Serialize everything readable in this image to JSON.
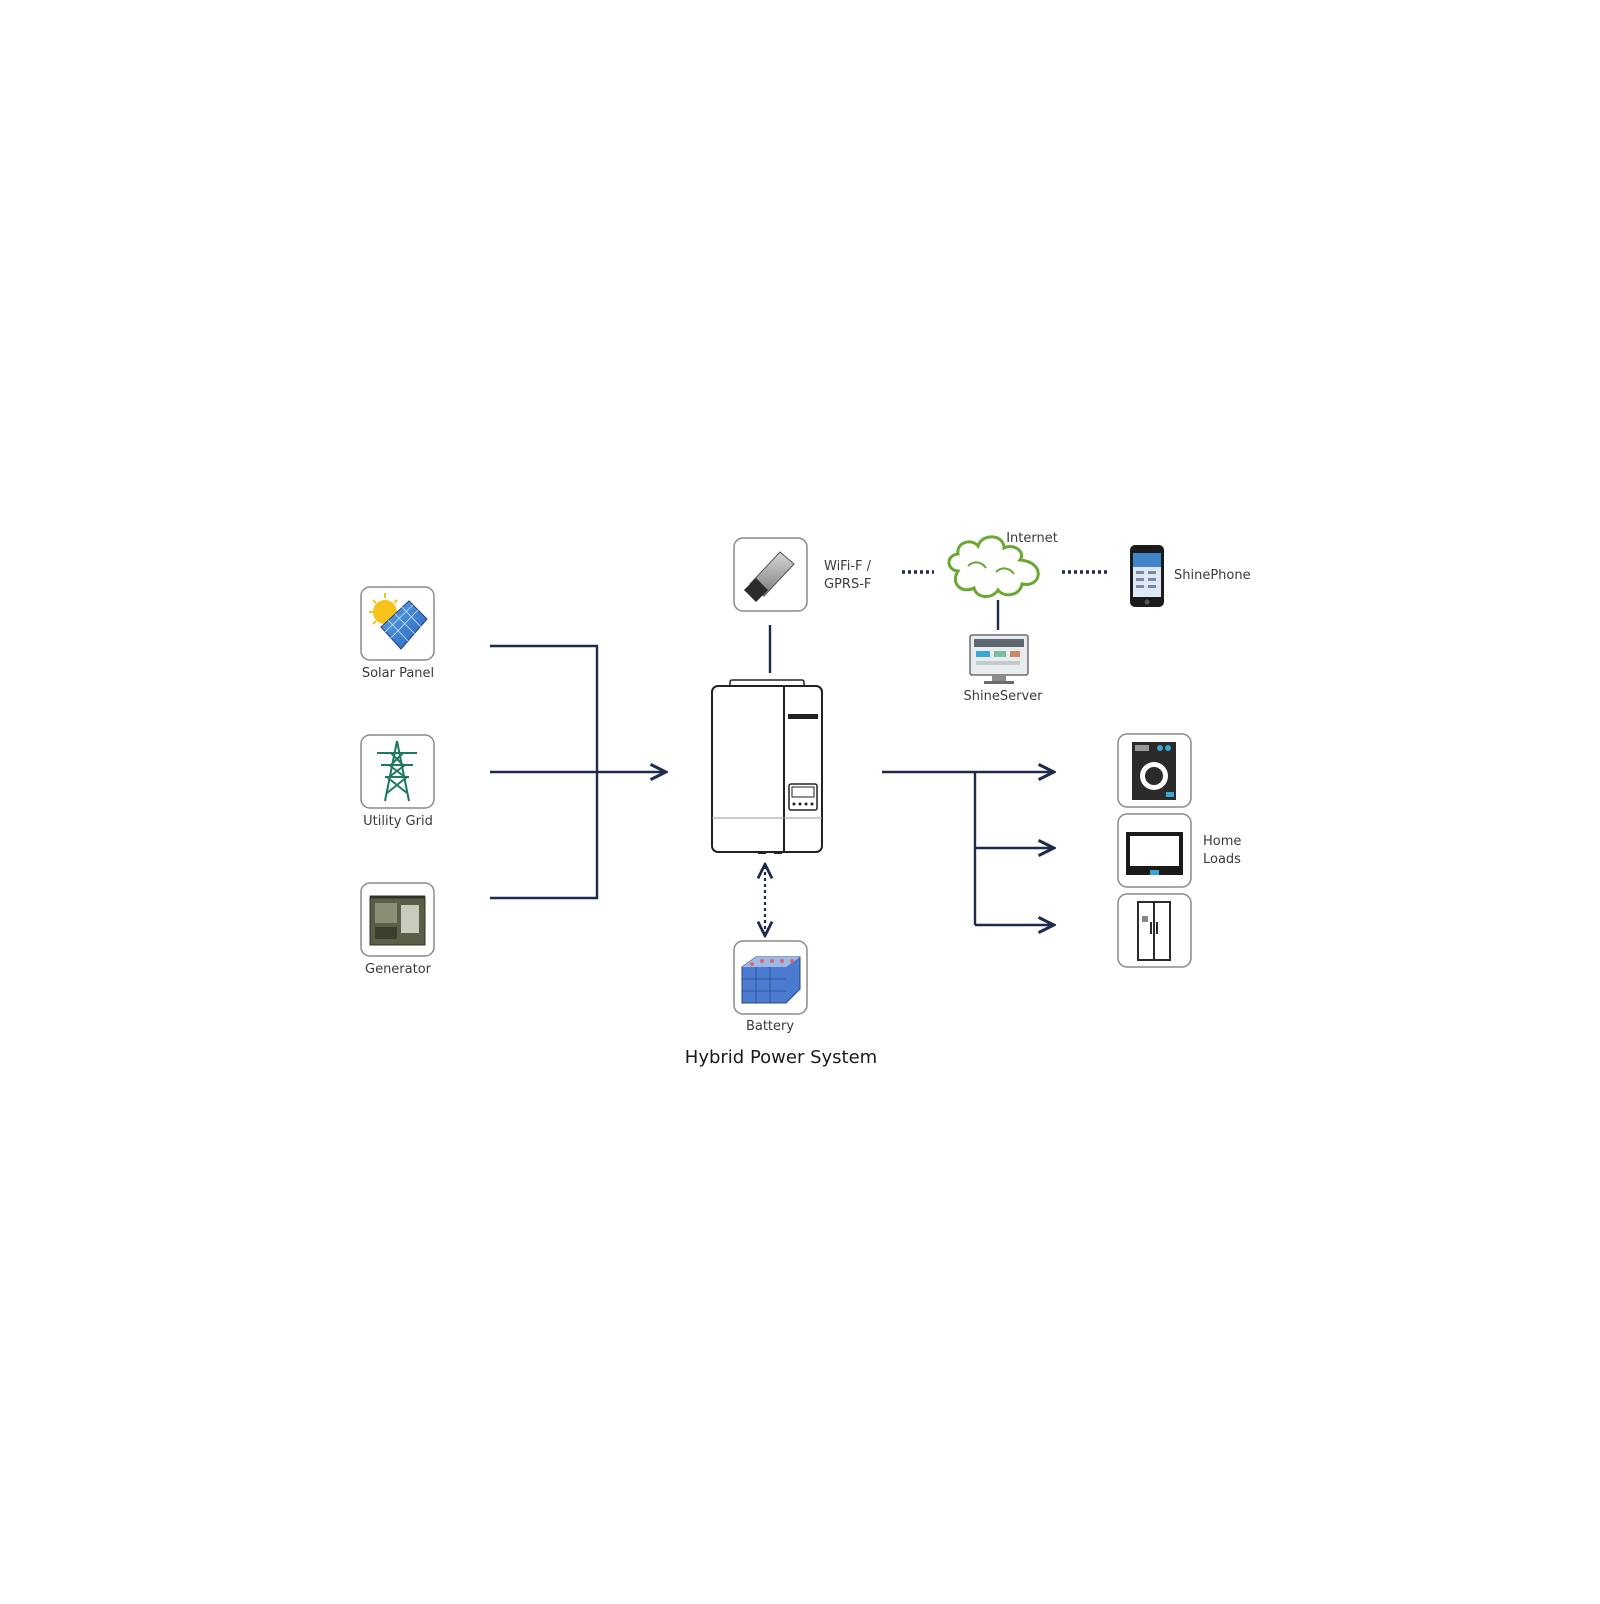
{
  "title": "Hybrid Power System",
  "sources": [
    {
      "label": "Solar Panel",
      "icon": "solar-panel-icon"
    },
    {
      "label": "Utility Grid",
      "icon": "utility-grid-tower-icon"
    },
    {
      "label": "Generator",
      "icon": "generator-icon"
    }
  ],
  "monitoring": {
    "wifi_label_line1": "WiFi-F /",
    "wifi_label_line2": "GPRS-F",
    "internet_label": "Internet",
    "server_label": "ShineServer",
    "phone_label": "ShinePhone"
  },
  "battery_label": "Battery",
  "home_loads": {
    "label_line1": "Home",
    "label_line2": "Loads",
    "items": [
      "washing-machine-icon",
      "television-icon",
      "refrigerator-icon"
    ]
  },
  "colors": {
    "line": "#1f2a4f",
    "icon_frame": "#8a8a8a",
    "cloud": "#6aa834"
  }
}
